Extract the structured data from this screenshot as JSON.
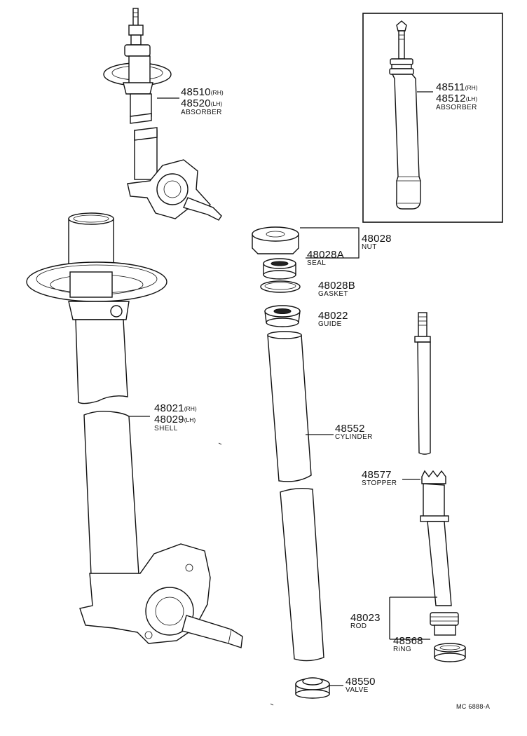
{
  "parts": {
    "absorber_front": {
      "pn1": "48510",
      "sfx1": "(RH)",
      "pn2": "48520",
      "sfx2": "(LH)",
      "name": "ABSORBER"
    },
    "absorber_inset": {
      "pn1": "48511",
      "sfx1": "(RH)",
      "pn2": "48512",
      "sfx2": "(LH)",
      "name": "ABSORBER"
    },
    "nut": {
      "pn": "48028",
      "name": "NUT"
    },
    "seal": {
      "pn": "48028A",
      "name": "SEAL"
    },
    "gasket": {
      "pn": "48028B",
      "name": "GASKET"
    },
    "guide": {
      "pn": "48022",
      "name": "GUIDE"
    },
    "shell": {
      "pn1": "48021",
      "sfx1": "(RH)",
      "pn2": "48029",
      "sfx2": "(LH)",
      "name": "SHELL"
    },
    "cylinder": {
      "pn": "48552",
      "name": "CYLINDER"
    },
    "stopper": {
      "pn": "48577",
      "name": "STOPPER"
    },
    "rod": {
      "pn": "48023",
      "name": "ROD"
    },
    "ring": {
      "pn": "48568",
      "name": "RiNG"
    },
    "valve": {
      "pn": "48550",
      "name": "VALVE"
    }
  },
  "figure_code": "MC  6888-A"
}
